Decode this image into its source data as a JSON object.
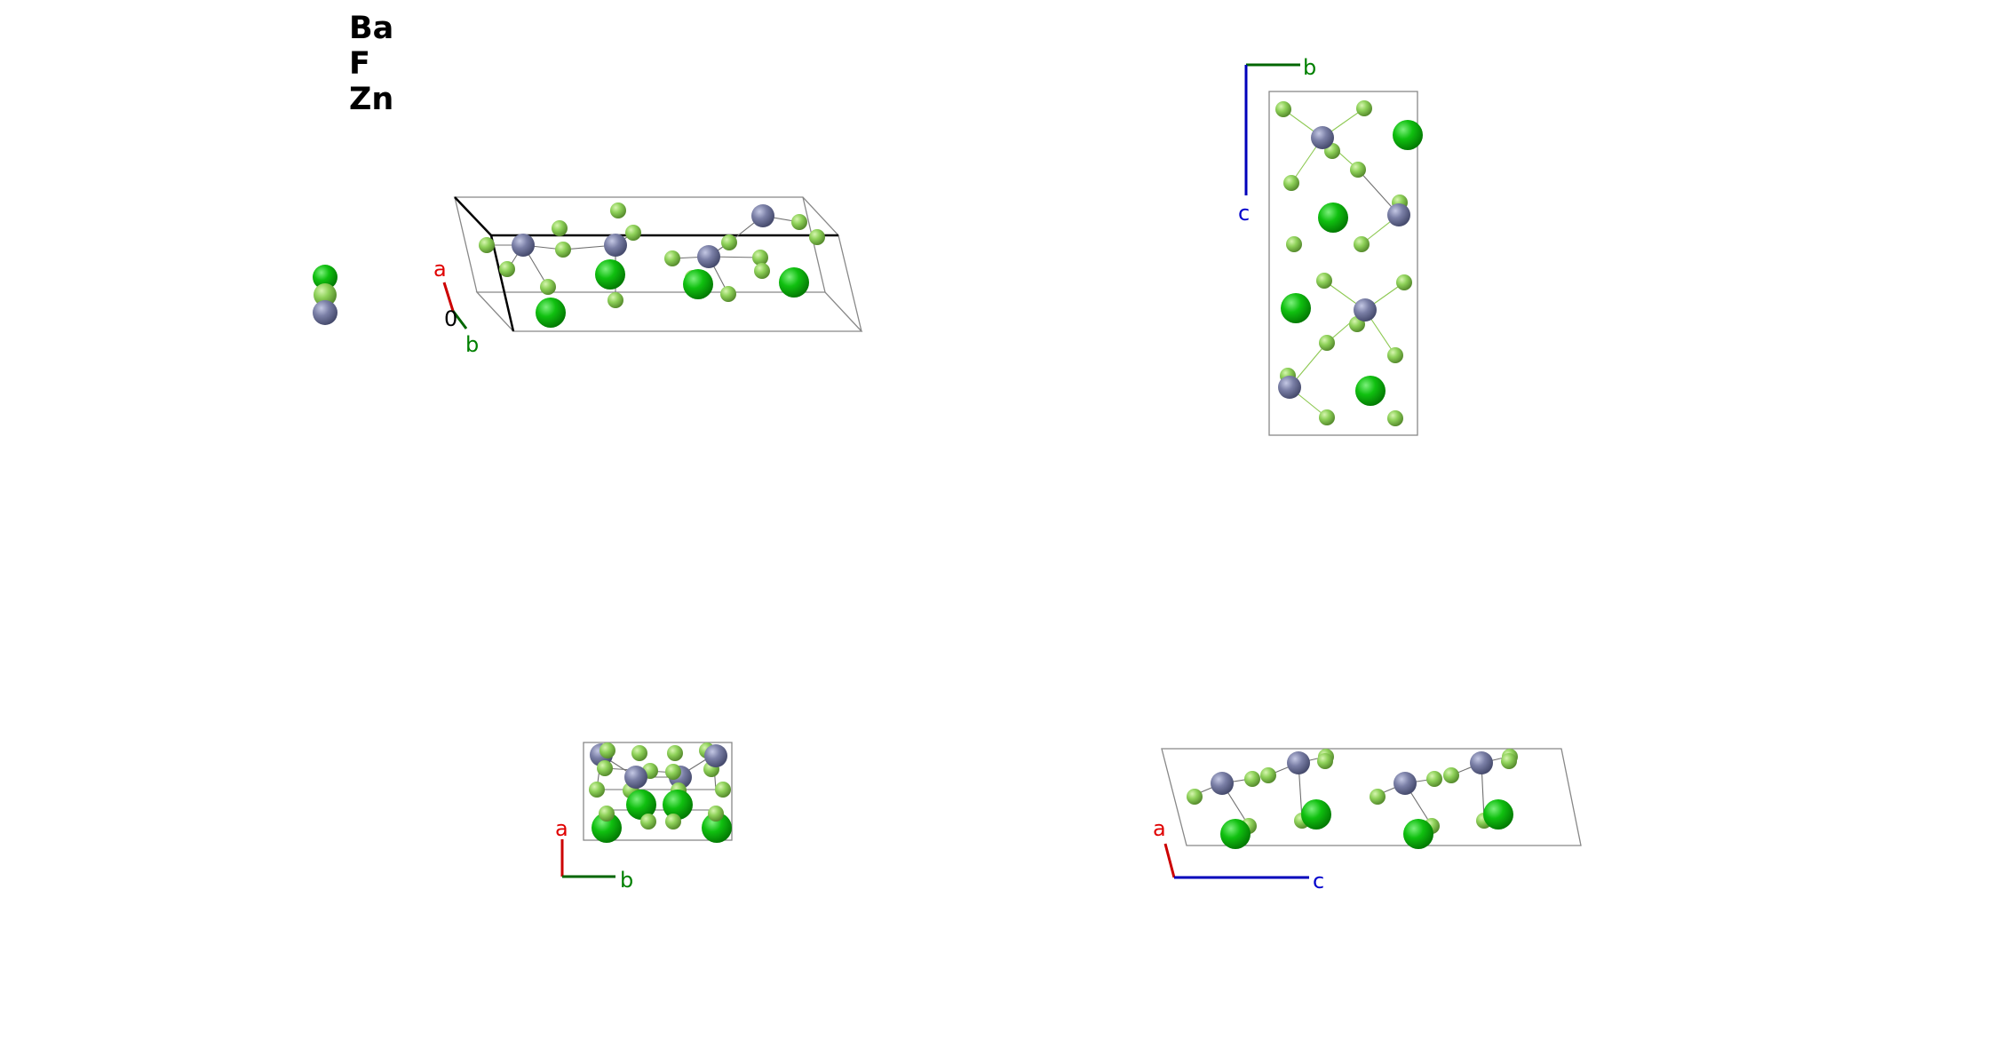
{
  "legend": {
    "elements": [
      {
        "symbol": "Ba",
        "color": "#0cb90c"
      },
      {
        "symbol": "F",
        "color": "#8ed159"
      },
      {
        "symbol": "Zn",
        "color": "#7a7fa6"
      }
    ]
  },
  "panels": [
    {
      "id": "perspective",
      "axes": [
        "a",
        "0",
        "b"
      ]
    },
    {
      "id": "view-a",
      "axes": [
        "b",
        "c"
      ]
    },
    {
      "id": "view-c",
      "axes": [
        "a",
        "b"
      ]
    },
    {
      "id": "view-b",
      "axes": [
        "a",
        "c"
      ]
    }
  ],
  "axis_colors": {
    "a": "#e00000",
    "b": "#008000",
    "c": "#0000cc",
    "origin": "#000000"
  }
}
